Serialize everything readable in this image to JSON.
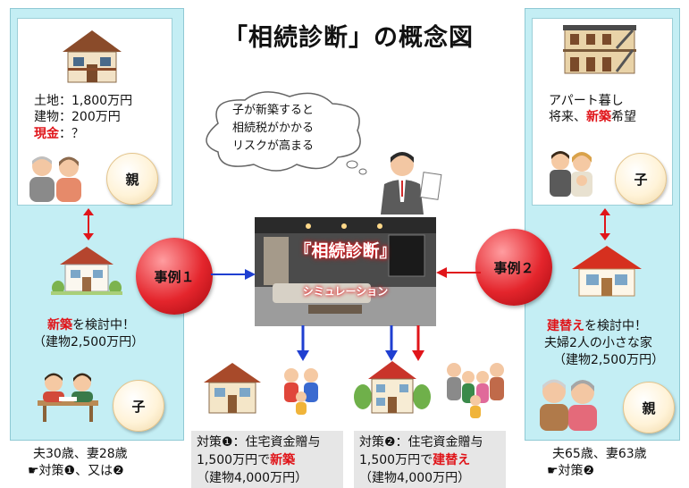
{
  "title": "「相続診断」の概念図",
  "left": {
    "parent_card": {
      "land": "土地：1,800万円",
      "building": "建物：200万円",
      "cash_label": "現金",
      "cash_value": "：？"
    },
    "parent_badge": "親",
    "case_label": "事例１",
    "plan_label": "新築",
    "plan_suffix": "を検討中！",
    "plan_cost": "（建物2,500万円）",
    "child_badge": "子",
    "family_line1": "夫30歳、妻28歳",
    "family_line2": "☛対策❶、又は❷"
  },
  "right": {
    "child_card": {
      "line1": "アパート暮し",
      "line2_prefix": "将来、",
      "line2_red": "新築",
      "line2_suffix": "希望"
    },
    "child_badge": "子",
    "case_label": "事例２",
    "plan_label": "建替え",
    "plan_suffix": "を検討中！",
    "plan_line2": "夫婦2人の小さな家",
    "plan_cost": "（建物2,500万円）",
    "parent_badge": "親",
    "family_line1": "夫65歳、妻63歳",
    "family_line2": "☛対策❷"
  },
  "speech_bubble": {
    "line1": "子が新築すると",
    "line2": "相続税がかかる",
    "line3": "リスクが高まる"
  },
  "center": {
    "title": "『相続診断』",
    "subtitle": "シミュレーション"
  },
  "measure1": {
    "line1": "対策❶：住宅資金贈与",
    "line2_prefix": "1,500万円で",
    "line2_red": "新築",
    "line3": "（建物4,000万円）"
  },
  "measure2": {
    "line1": "対策❷：住宅資金贈与",
    "line2_prefix": "1,500万円で",
    "line2_red": "建替え",
    "line3": "（建物4,000万円）"
  },
  "colors": {
    "panel": "#c4eef4",
    "accent_red": "#e0151a",
    "arrow_blue": "#1f3fd1"
  }
}
